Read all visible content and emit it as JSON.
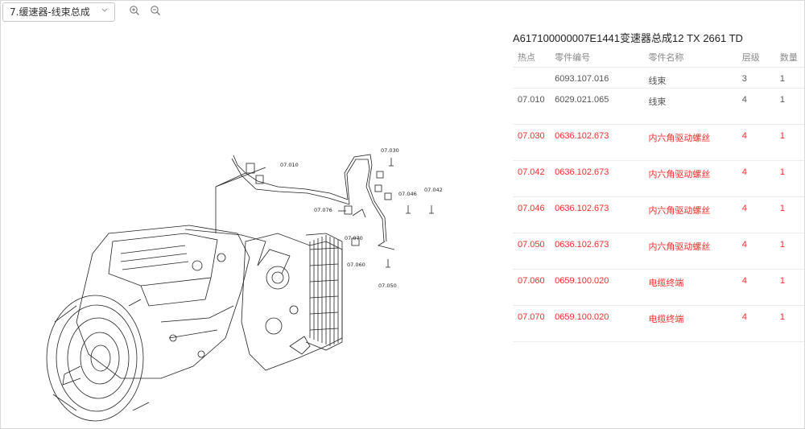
{
  "selector": {
    "value": "7.缓速器-线束总成"
  },
  "icons": {
    "zoom_in": "zoom-in-icon",
    "zoom_out": "zoom-out-icon",
    "dropdown": "chevron-down-icon"
  },
  "colors": {
    "highlight": "#ff2a2a",
    "header_text": "#888888",
    "normal_text": "#555555"
  },
  "assembly_title": "A617100000007E1441变速器总成12 TX 2661 TD",
  "table": {
    "headers": {
      "hotspot": "热点",
      "part_number": "零件编号",
      "part_name": "零件名称",
      "level": "层级",
      "quantity": "数量"
    },
    "rows": [
      {
        "hotspot": "",
        "part_number": "6093.107.016",
        "part_name": "线束",
        "level": "3",
        "quantity": "1",
        "highlighted": false
      },
      {
        "hotspot": "07.010",
        "part_number": "6029.021.065",
        "part_name": "线束",
        "level": "4",
        "quantity": "1",
        "highlighted": false
      },
      {
        "hotspot": "07.030",
        "part_number": "0636.102.673",
        "part_name": "内六角驱动螺丝",
        "level": "4",
        "quantity": "1",
        "highlighted": true
      },
      {
        "hotspot": "07.042",
        "part_number": "0636.102.673",
        "part_name": "内六角驱动螺丝",
        "level": "4",
        "quantity": "1",
        "highlighted": true
      },
      {
        "hotspot": "07.046",
        "part_number": "0636.102.673",
        "part_name": "内六角驱动螺丝",
        "level": "4",
        "quantity": "1",
        "highlighted": true
      },
      {
        "hotspot": "07.050",
        "part_number": "0636.102.673",
        "part_name": "内六角驱动螺丝",
        "level": "4",
        "quantity": "1",
        "highlighted": true
      },
      {
        "hotspot": "07.060",
        "part_number": "0659.100.020",
        "part_name": "电缆终端",
        "level": "4",
        "quantity": "1",
        "highlighted": true
      },
      {
        "hotspot": "07.070",
        "part_number": "0659.100.020",
        "part_name": "电缆终端",
        "level": "4",
        "quantity": "1",
        "highlighted": true
      }
    ]
  },
  "diagram_labels": {
    "l010": "07.010",
    "l030": "07.030",
    "l042": "07.042",
    "l046": "07.046",
    "l050": "07.050",
    "l060": "07.060",
    "l070": "07.070",
    "l076": "07.076"
  }
}
